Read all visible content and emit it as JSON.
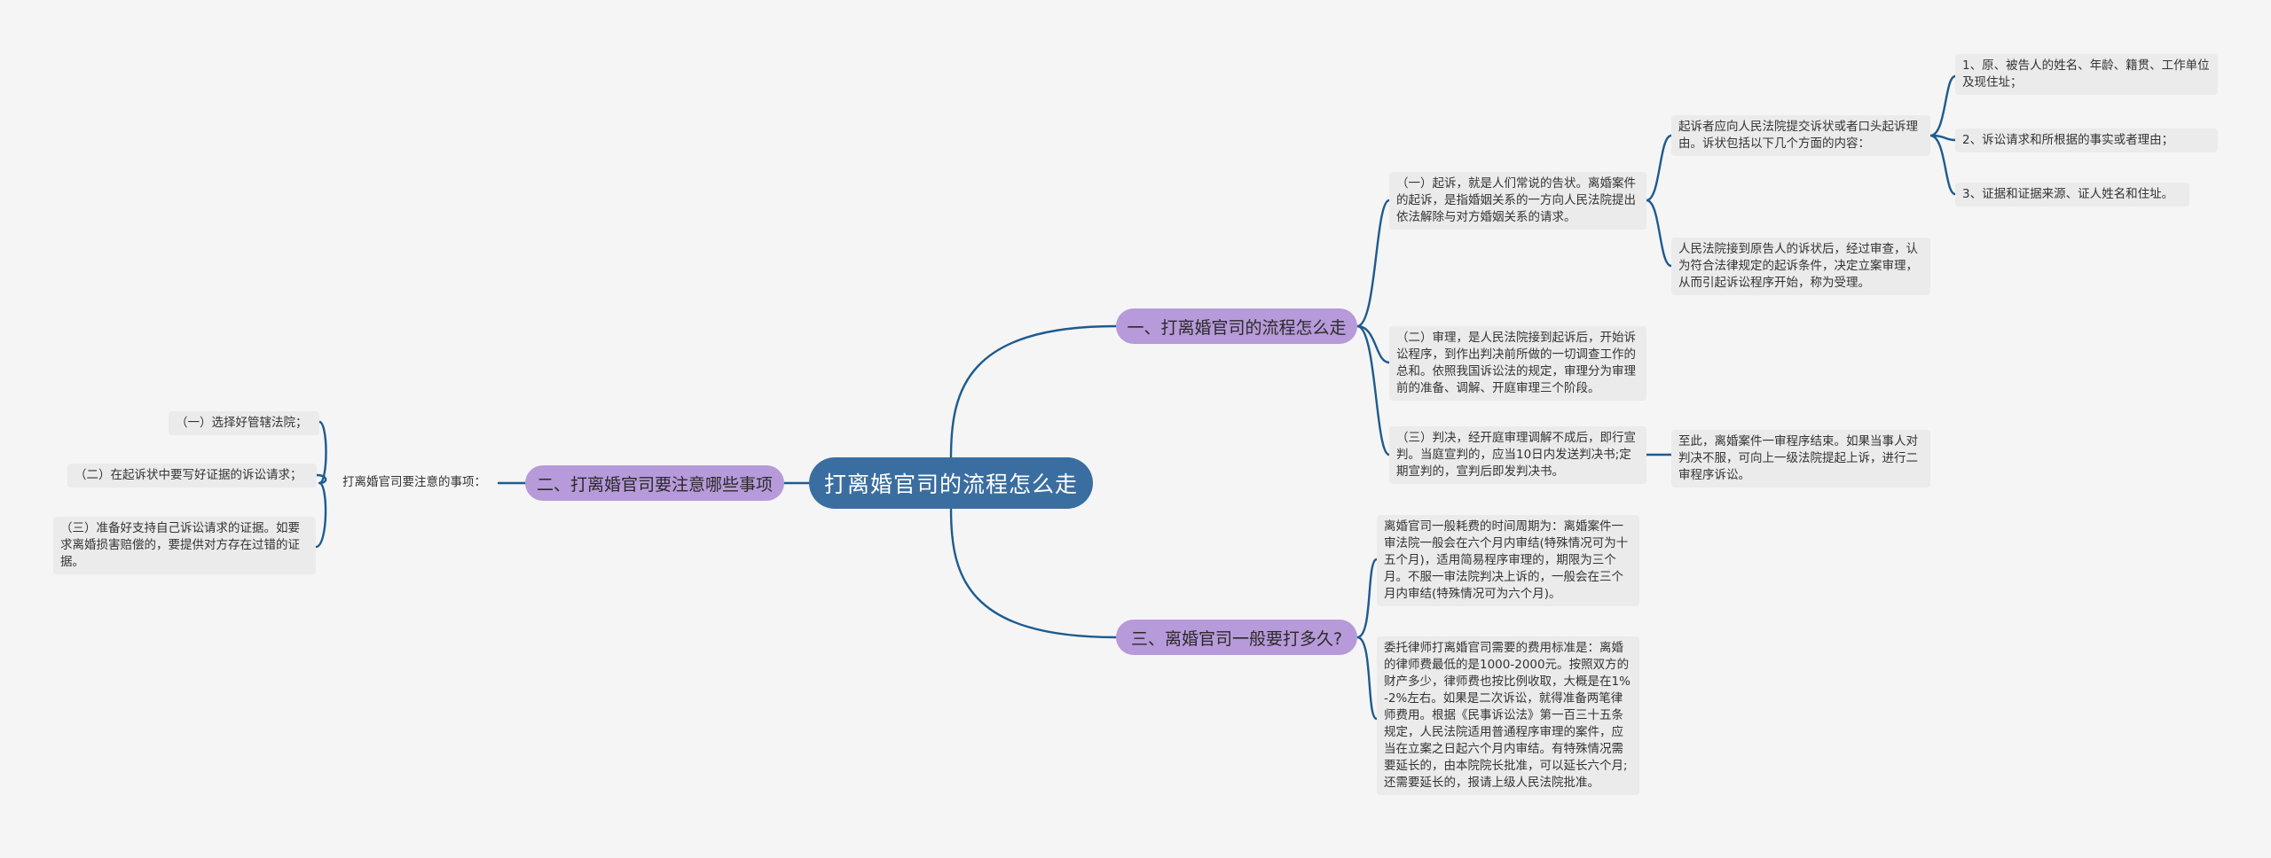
{
  "colors": {
    "background": "#f5f5f5",
    "edge": "#1d5b8f",
    "root": "#3b6ea0",
    "branch": "#b79ad9",
    "leaf": "#ebebeb"
  },
  "root": "打离婚官司的流程怎么走",
  "branch1": {
    "label": "一、打离婚官司的流程怎么走",
    "qisu": "（一）起诉，就是人们常说的告状。离婚案件的起诉，是指婚姻关系的一方向人民法院提出依法解除与对方婚姻关系的请求。",
    "qisu_detail": "起诉者应向人民法院提交诉状或者口头起诉理由。诉状包括以下几个方面的内容：",
    "items": [
      "1、原、被告人的姓名、年龄、籍贯、工作单位及现住址；",
      "2、诉讼请求和所根据的事实或者理由；",
      "3、证据和证据来源、证人姓名和住址。"
    ],
    "shouli": "人民法院接到原告人的诉状后，经过审查，认为符合法律规定的起诉条件，决定立案审理，从而引起诉讼程序开始，称为受理。",
    "shenli": "（二）审理，是人民法院接到起诉后，开始诉讼程序，到作出判决前所做的一切调查工作的总和。依照我国诉讼法的规定，审理分为审理前的准备、调解、开庭审理三个阶段。",
    "panjue": "（三）判决，经开庭审理调解不成后，即行宣判。当庭宣判的，应当10日内发送判决书;定期宣判的，宣判后即发判决书。",
    "panjue_detail": "至此，离婚案件一审程序结束。如果当事人对判决不服，可向上一级法院提起上诉，进行二审程序诉讼。"
  },
  "branch2": {
    "label": "二、打离婚官司要注意哪些事项",
    "sub": "打离婚官司要注意的事项：",
    "items": [
      "（一）选择好管辖法院；",
      "（二）在起诉状中要写好证据的诉讼请求；",
      "（三）准备好支持自己诉讼请求的证据。如要求离婚损害赔偿的，要提供对方存在过错的证据。"
    ]
  },
  "branch3": {
    "label": "三、离婚官司一般要打多久?",
    "items": [
      "离婚官司一般耗费的时间周期为：离婚案件一审法院一般会在六个月内审结(特殊情况可为十五个月)，适用简易程序审理的，期限为三个月。不服一审法院判决上诉的，一般会在三个月内审结(特殊情况可为六个月)。",
      "委托律师打离婚官司需要的费用标准是：离婚的律师费最低的是1000-2000元。按照双方的财产多少，律师费也按比例收取，大概是在1%-2%左右。如果是二次诉讼，就得准备两笔律师费用。根据《民事诉讼法》第一百三十五条规定，人民法院适用普通程序审理的案件，应当在立案之日起六个月内审结。有特殊情况需要延长的，由本院院长批准，可以延长六个月;还需要延长的，报请上级人民法院批准。"
    ]
  }
}
